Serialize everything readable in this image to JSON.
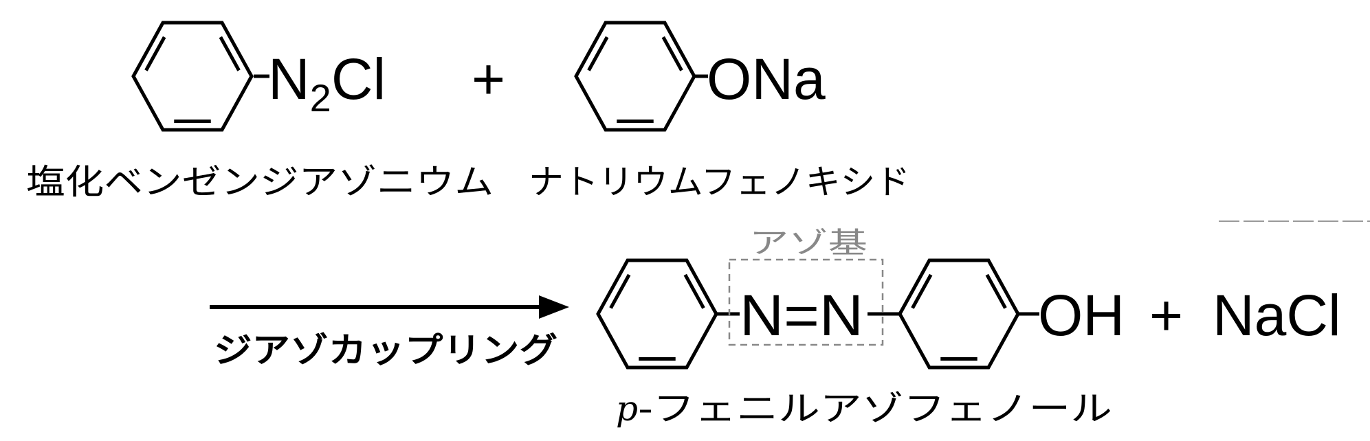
{
  "reactants": {
    "reactant1": {
      "formula_main": "N",
      "formula_sub": "2",
      "formula_tail": "Cl",
      "name": "塩化ベンゼンジアゾニウム"
    },
    "plus": "+",
    "reactant2": {
      "formula": "ONa",
      "name": "ナトリウムフェノキシド"
    }
  },
  "reaction": {
    "arrow_label": "ジアゾカップリング"
  },
  "product": {
    "azo_group": "N=N",
    "azo_label": "アゾ基",
    "substituent": "OH",
    "plus": "+",
    "byproduct": "NaCl",
    "name_prefix": "p",
    "name": "-フェニルアゾフェノール"
  }
}
